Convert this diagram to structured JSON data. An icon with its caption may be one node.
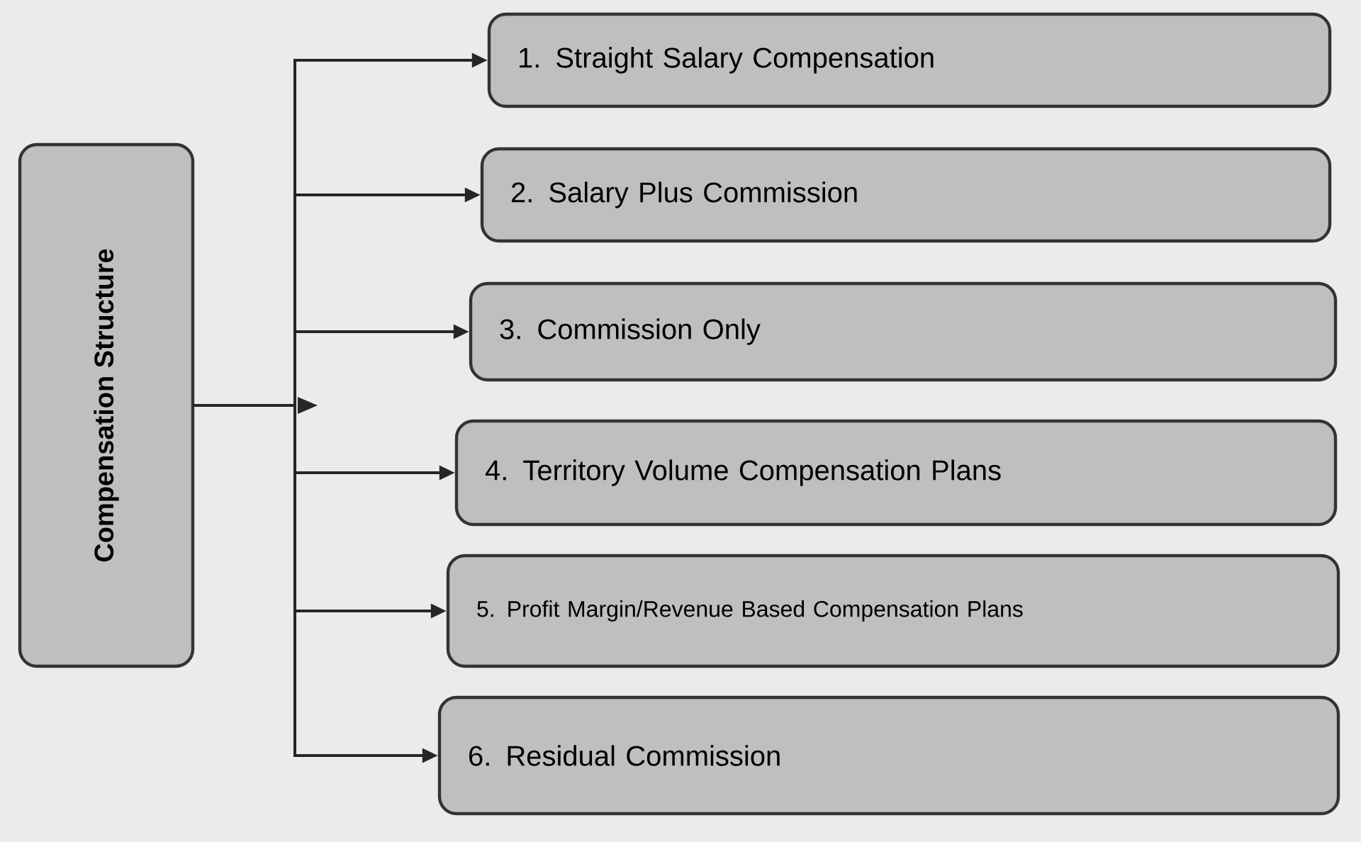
{
  "diagram": {
    "nodes": [
      {
        "text": [
          "Compensation Structure"
        ]
      },
      {
        "text": [
          "1. Straight Salary Compensation"
        ]
      },
      {
        "text": [
          "2. Salary Plus Commission"
        ]
      },
      {
        "text": [
          "3. Commission Only"
        ]
      },
      {
        "text": [
          "4. Territory Volume Compensation Plans"
        ]
      },
      {
        "text": [
          "5. Profit Margin/Revenue Based Compensation Plans"
        ]
      },
      {
        "text": [
          "6. Residual Commission"
        ]
      }
    ],
    "edges": [
      {
        "from": 0,
        "to": 1,
        "arrow": "to"
      },
      {
        "from": 0,
        "to": 2,
        "arrow": "to"
      },
      {
        "from": 0,
        "to": 3,
        "arrow": "to"
      },
      {
        "from": 0,
        "to": 4,
        "arrow": "to"
      },
      {
        "from": 0,
        "to": 5,
        "arrow": "to"
      },
      {
        "from": 0,
        "to": 6,
        "arrow": "to"
      }
    ]
  }
}
